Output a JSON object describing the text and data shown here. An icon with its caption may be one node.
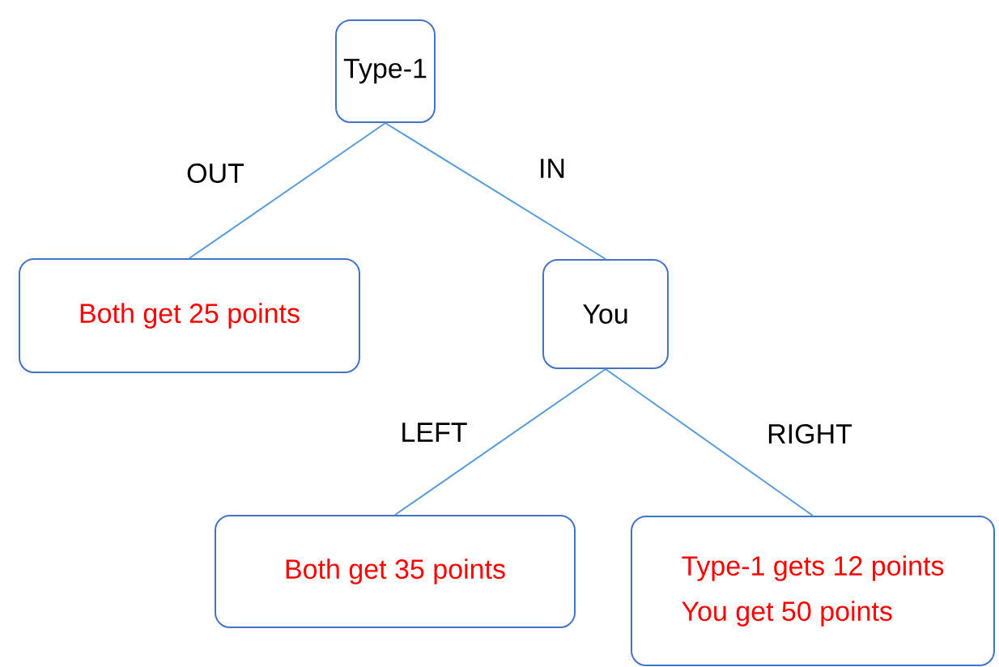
{
  "diagram": {
    "nodes": [
      {
        "text": [
          "Type-1"
        ]
      },
      {
        "text": [
          "Both get 25 points"
        ]
      },
      {
        "text": [
          "You"
        ]
      },
      {
        "text": [
          "Both get 35 points"
        ]
      },
      {
        "text": [
          "Type-1 gets 12 points",
          "You get 50 points"
        ]
      }
    ],
    "edges": [
      {
        "from": 0,
        "to": 1,
        "arrow": "none",
        "label": "OUT"
      },
      {
        "from": 0,
        "to": 2,
        "arrow": "none",
        "label": "IN"
      },
      {
        "from": 2,
        "to": 3,
        "arrow": "none",
        "label": "LEFT"
      },
      {
        "from": 2,
        "to": 4,
        "arrow": "none",
        "label": "RIGHT"
      }
    ]
  }
}
